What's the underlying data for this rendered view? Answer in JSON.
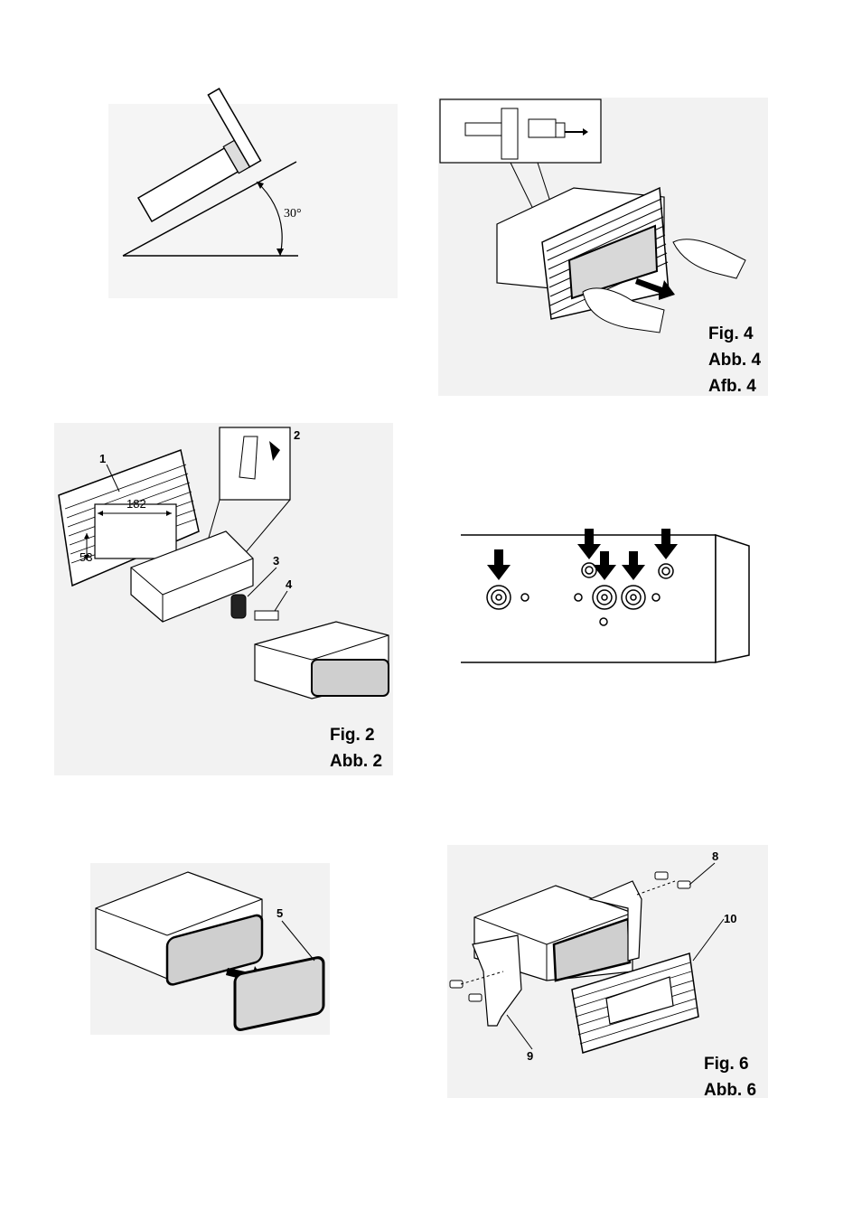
{
  "figures": {
    "fig1": {
      "angle_label": "30°"
    },
    "fig2": {
      "callouts": [
        "1",
        "2",
        "3",
        "4"
      ],
      "dimension_width": "182",
      "dimension_height": "53",
      "caption_lines": [
        "Fig. 2",
        "Abb. 2"
      ]
    },
    "fig3": {},
    "fig4": {
      "caption_lines": [
        "Fig. 4",
        "Abb. 4",
        "Afb. 4"
      ]
    },
    "fig5": {
      "callouts": [
        "5"
      ]
    },
    "fig6": {
      "callouts": [
        "8",
        "9",
        "10"
      ],
      "caption_lines": [
        "Fig. 6",
        "Abb. 6"
      ]
    }
  }
}
